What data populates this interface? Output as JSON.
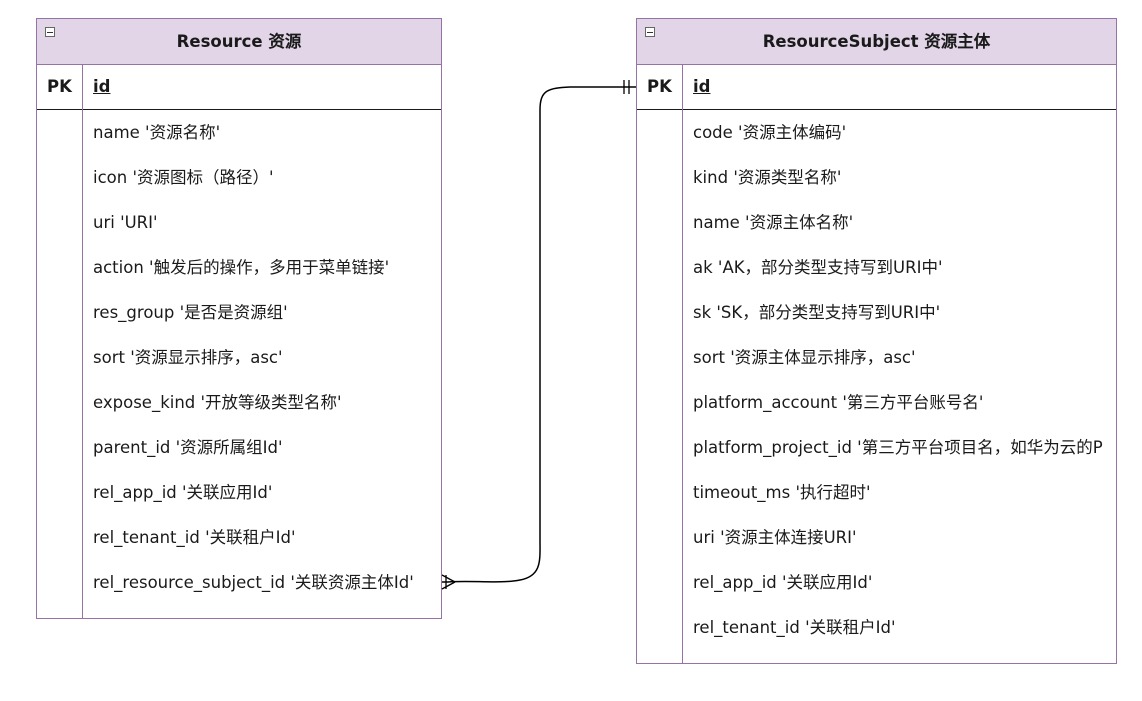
{
  "diagram": {
    "entities": [
      {
        "id": "resource",
        "title": "Resource 资源",
        "pk_label": "PK",
        "pk_field": "id",
        "fields": [
          "name '资源名称'",
          "icon '资源图标（路径）'",
          "uri 'URI'",
          "action '触发后的操作，多用于菜单链接'",
          "res_group '是否是资源组'",
          "sort '资源显示排序，asc'",
          "expose_kind '开放等级类型名称'",
          "parent_id '资源所属组Id'",
          "rel_app_id '关联应用Id'",
          "rel_tenant_id '关联租户Id'",
          "rel_resource_subject_id '关联资源主体Id'"
        ]
      },
      {
        "id": "resource_subject",
        "title": "ResourceSubject 资源主体",
        "pk_label": "PK",
        "pk_field": "id",
        "fields": [
          "code '资源主体编码'",
          "kind '资源类型名称'",
          "name '资源主体名称'",
          "ak 'AK，部分类型支持写到URI中'",
          "sk 'SK，部分类型支持写到URI中'",
          "sort '资源主体显示排序，asc'",
          "platform_account '第三方平台账号名'",
          "platform_project_id '第三方平台项目名，如华为云的P",
          "timeout_ms '执行超时'",
          "uri '资源主体连接URI'",
          "rel_app_id '关联应用Id'",
          "rel_tenant_id '关联租户Id'"
        ]
      }
    ],
    "relationships": [
      {
        "from": "resource.rel_resource_subject_id",
        "to": "resource_subject.id",
        "from_cardinality": "one-or-many",
        "to_cardinality": "exactly-one"
      }
    ],
    "colors": {
      "header_fill": "#e1d5e7",
      "border": "#9673a6",
      "line": "#000000"
    }
  }
}
